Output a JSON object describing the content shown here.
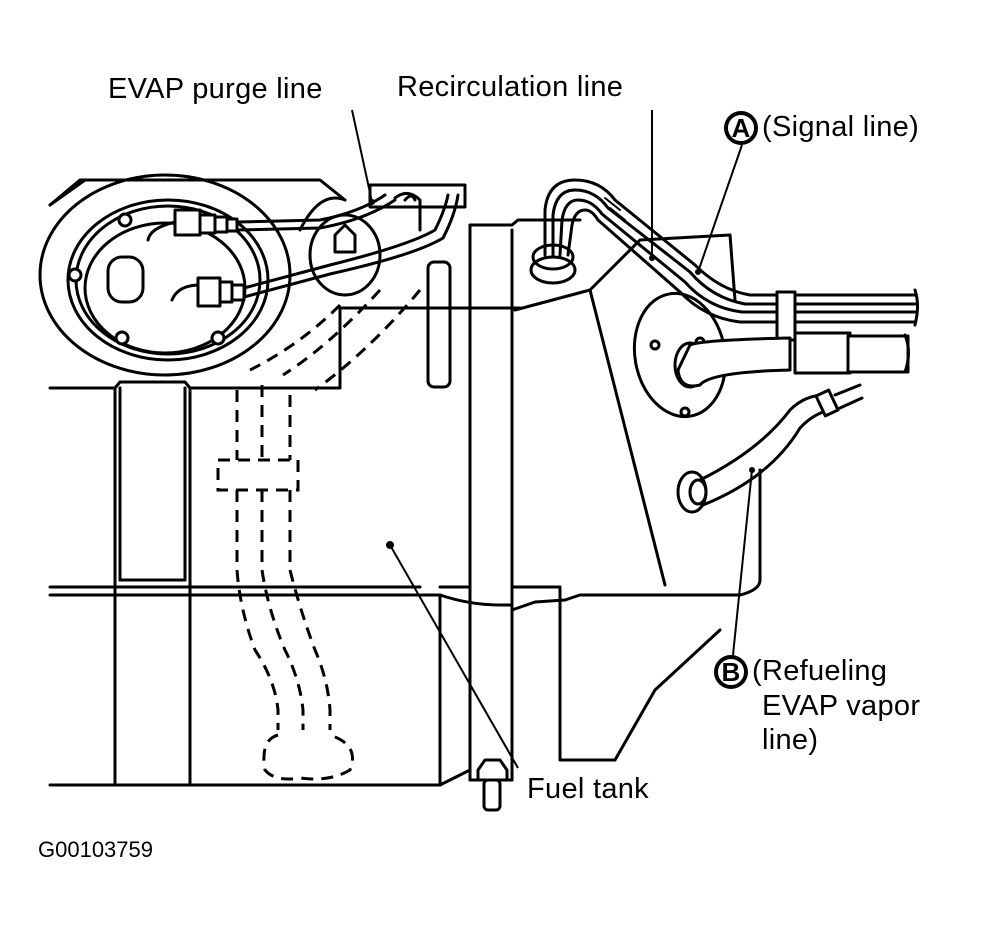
{
  "figure": {
    "type": "technical illustration",
    "subject": "Fuel tank EVAP line routing",
    "id_code": "G00103759"
  },
  "callouts": {
    "evap_purge_line": "EVAP purge line",
    "recirculation_line": "Recirculation line",
    "signal_line": {
      "marker": "A",
      "text": "(Signal line)"
    },
    "refueling_line": {
      "marker": "B",
      "lines": [
        "(Refueling",
        "EVAP vapor",
        "line)"
      ]
    },
    "fuel_tank": "Fuel tank"
  },
  "colors": {
    "ink": "#000000",
    "background": "#ffffff"
  }
}
